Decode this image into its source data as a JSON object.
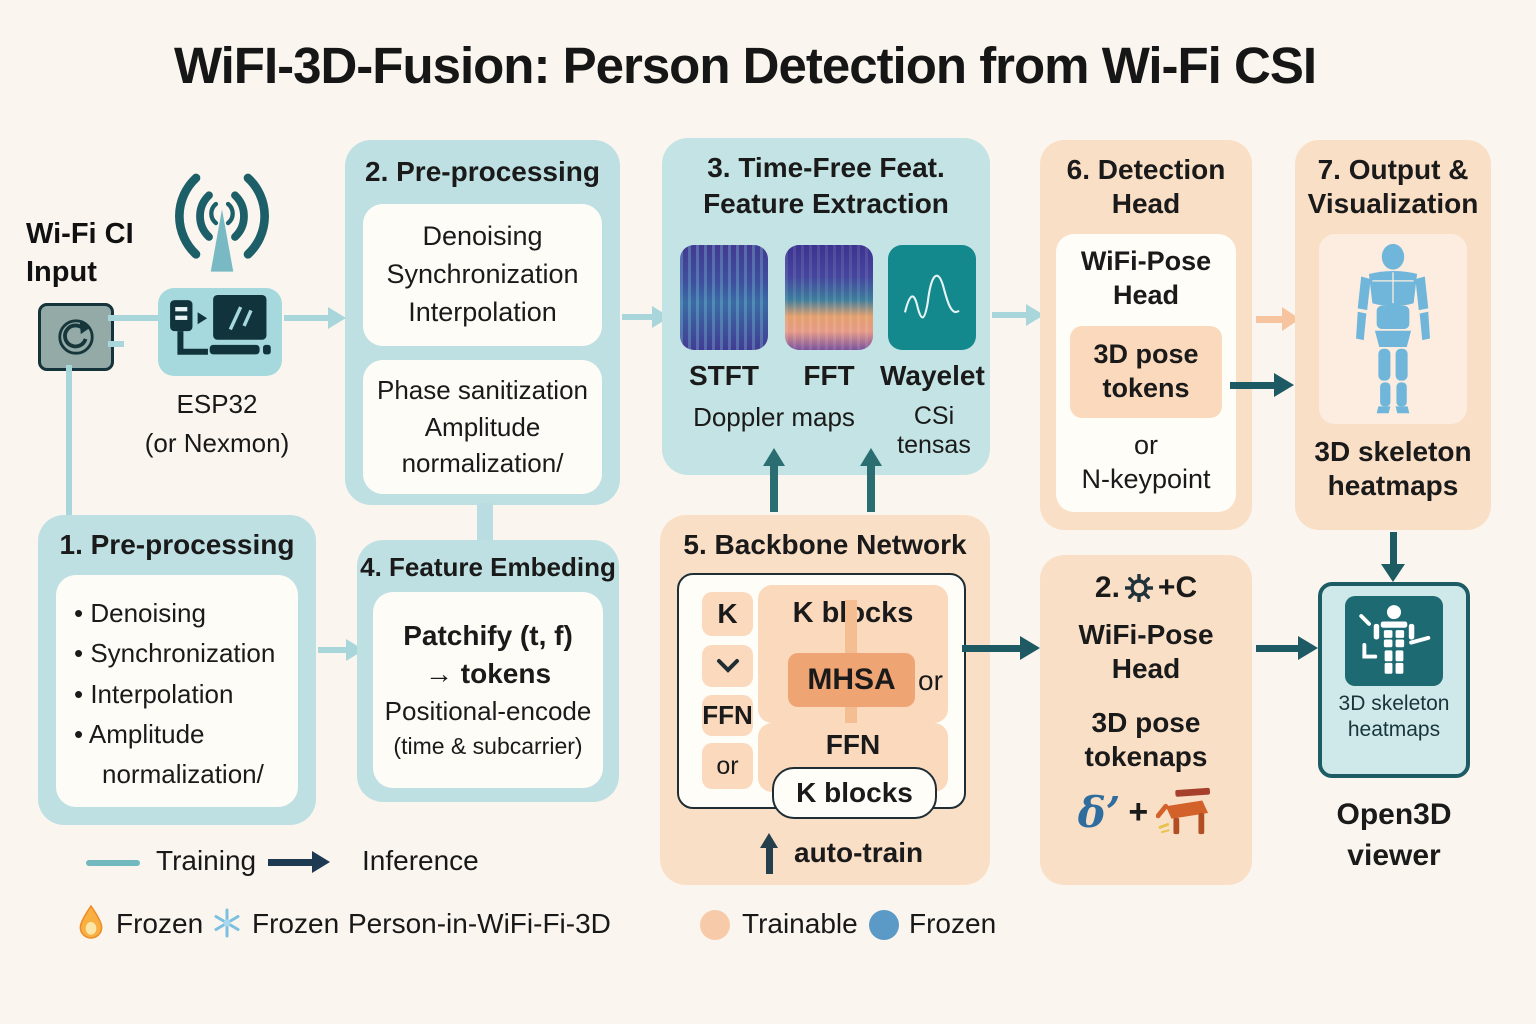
{
  "title": "WiFI-3D-Fusion: Person Detection from Wi-Fi CSI",
  "input": {
    "label_line1": "Wi-Fi CI",
    "label_line2": "Input",
    "device_line1": "ESP32",
    "device_line2": "(or Nexmon)"
  },
  "box1": {
    "title": "1. Pre-processing",
    "items": [
      "• Denoising",
      "• Synchronization",
      "• Interpolation",
      "• Amplitude",
      "normalization/"
    ]
  },
  "box2": {
    "title": "2. Pre-processing",
    "card1_lines": [
      "Denoising",
      "Synchronization",
      "Interpolation"
    ],
    "card2_lines": [
      "Phase sanitization",
      "Amplitude",
      "normalization/"
    ]
  },
  "box3": {
    "title_line1": "3. Time-Free Feat.",
    "title_line2": "Feature Extraction",
    "tile_labels": [
      "STFT",
      "FFT",
      "Wayelet"
    ],
    "caption_left": "Doppler maps",
    "caption_right": "CSi tensas"
  },
  "box4": {
    "title": "4. Feature Embeding",
    "line1": "Patchify (t, f)",
    "line2": "→ tokens",
    "line3": "Positional-encode",
    "line4": "(time & subcarrier)"
  },
  "box5": {
    "title": "5. Backbone Network",
    "k": "K",
    "ffn_left": "FFN",
    "or_left": "or",
    "k_blocks_top": "K blocks",
    "mhsa": "MHSA",
    "or_right": "or",
    "ffn": "FFN",
    "k_blocks_bottom": "K blocks",
    "auto_train": "auto-train"
  },
  "box6": {
    "title_line1": "6. Detection",
    "title_line2": "Head",
    "head_line1": "WiFi-Pose",
    "head_line2": "Head",
    "token_line1": "3D pose",
    "token_line2": "tokens",
    "or": "or",
    "alt": "N-keypoint"
  },
  "box7": {
    "title_line1": "7. Output &",
    "title_line2": "Visualization",
    "caption_line1": "3D skeleton",
    "caption_line2": "heatmaps"
  },
  "box8": {
    "header_prefix": "2.",
    "header_suffix": "+C",
    "head_line1": "WiFi-Pose",
    "head_line2": "Head",
    "tokens_line1": "3D pose",
    "tokens_line2": "tokenaps",
    "icon_glyph": "δ’",
    "plus": "+"
  },
  "open3d": {
    "caption_line1": "3D skeleton",
    "caption_line2": "heatmaps",
    "label_line1": "Open3D",
    "label_line2": "viewer"
  },
  "legend": {
    "training": "Training",
    "inference": "Inference",
    "frozen_flame": "Frozen",
    "frozen_snow": "Frozen",
    "dataset": "Person-in-WiFi-Fi-3D",
    "trainable": "Trainable",
    "frozen_circle": "Frozen"
  },
  "colors": {
    "teal_box": "#bfe0e2",
    "peach_box": "#fadfc7",
    "light_arrow": "#a9d6da",
    "dark_teal_arrow": "#1e5a63",
    "navy_arrow": "#1d3a52",
    "mhsa_orange": "#efa474",
    "trainable_dot": "#f7cba9",
    "frozen_dot": "#5b9ac7"
  }
}
